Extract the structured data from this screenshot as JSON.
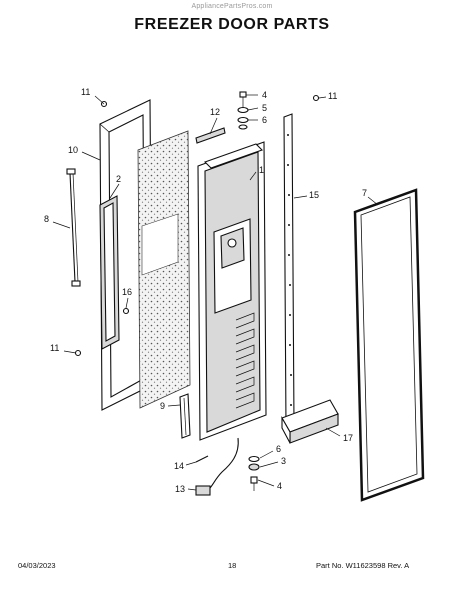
{
  "watermark": "AppliancePartsPros.com",
  "title": "FREEZER DOOR PARTS",
  "callouts": [
    {
      "id": "c4a",
      "label": "4"
    },
    {
      "id": "c5",
      "label": "5"
    },
    {
      "id": "c6a",
      "label": "6"
    },
    {
      "id": "c11a",
      "label": "11"
    },
    {
      "id": "c11b",
      "label": "11"
    },
    {
      "id": "c12",
      "label": "12"
    },
    {
      "id": "c10",
      "label": "10"
    },
    {
      "id": "c2",
      "label": "2"
    },
    {
      "id": "c1",
      "label": "1"
    },
    {
      "id": "c7",
      "label": "7"
    },
    {
      "id": "c15",
      "label": "15"
    },
    {
      "id": "c8",
      "label": "8"
    },
    {
      "id": "c16",
      "label": "16"
    },
    {
      "id": "c11c",
      "label": "11"
    },
    {
      "id": "c9",
      "label": "9"
    },
    {
      "id": "c17",
      "label": "17"
    },
    {
      "id": "c6b",
      "label": "6"
    },
    {
      "id": "c3",
      "label": "3"
    },
    {
      "id": "c14",
      "label": "14"
    },
    {
      "id": "c13",
      "label": "13"
    },
    {
      "id": "c4b",
      "label": "4"
    }
  ],
  "footer": {
    "date": "04/03/2023",
    "page": "18",
    "part_no": "Part No. W11623598  Rev. A"
  }
}
